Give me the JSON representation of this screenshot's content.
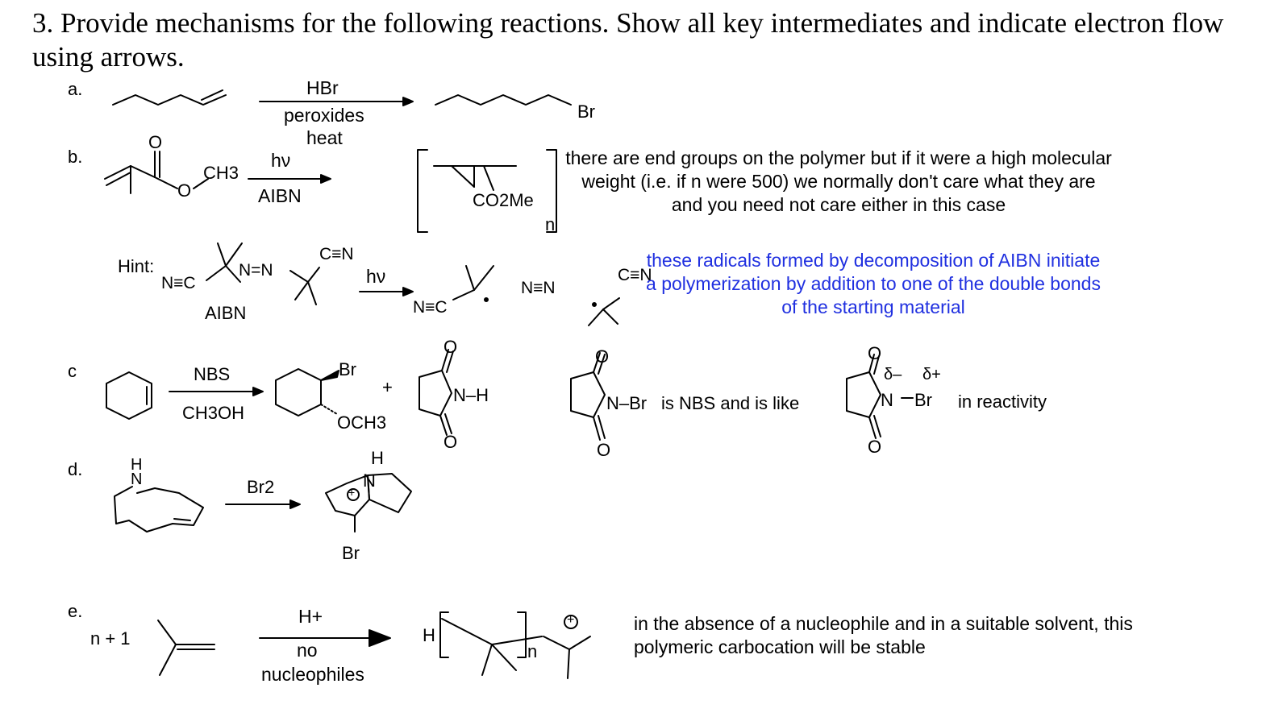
{
  "question": {
    "number": "3.",
    "title": "Provide mechanisms for the following reactions.  Show all key intermediates and indicate electron flow using arrows."
  },
  "parts": {
    "a": {
      "label": "a.",
      "reagent_top": "HBr",
      "reagent_bottom_1": "peroxides",
      "reagent_bottom_2": "heat",
      "product_atom": "Br"
    },
    "b": {
      "label": "b.",
      "reactant_o": "O",
      "reactant_ch3": "CH3",
      "reagent_top": "hν",
      "reagent_bottom": "AIBN",
      "product_group": "CO2Me",
      "product_subscript": "n",
      "note": "there are end groups on the polymer but if it were a high molecular weight (i.e. if n were 500) we normally don't care what they are and you need not care either in this case"
    },
    "hint": {
      "label": "Hint:",
      "aibn_label": "AIBN",
      "reagent": "hν",
      "nitrile_left": "N≡C",
      "nitrile_right": "C≡N",
      "azo": "N=N",
      "radical_nitrile": "N≡C",
      "dinitrogen": "N≡N",
      "radical_nitrile_2": "C≡N",
      "note": "these radicals formed by decomposition of AIBN initiate a polymerization by addition to one of the double bonds of the starting material"
    },
    "c": {
      "label": "c",
      "reagent_top": "NBS",
      "reagent_bottom": "CH3OH",
      "product_br": "Br",
      "product_och3": "OCH3",
      "plus": "+",
      "succinimide_nh": "N–H",
      "nbs_nbr": "N–Br",
      "nbs_text": "is NBS and is like",
      "delta_minus": "δ–",
      "delta_plus": "δ+",
      "reactivity_text": "in reactivity"
    },
    "d": {
      "label": "d.",
      "reactant_nh": "H\nN",
      "reagent": "Br2",
      "product_h": "H",
      "product_n": "N",
      "product_br": "Br",
      "charge": "+"
    },
    "e": {
      "label": "e.",
      "coefficient": "n + 1",
      "reagent_top": "H+",
      "reagent_bottom_1": "no",
      "reagent_bottom_2": "nucleophiles",
      "product_h": "H",
      "product_n": "n",
      "charge": "+",
      "note": "in the absence of a nucleophile and in a suitable solvent, this polymeric carbocation will be stable"
    }
  }
}
